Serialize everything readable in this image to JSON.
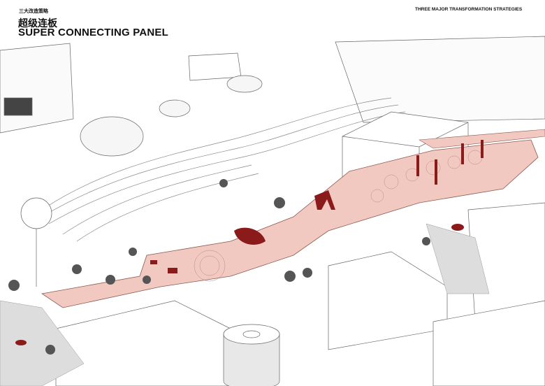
{
  "header": {
    "section_label_cn": "三大改造策略",
    "title_cn": "超级连板",
    "title_en": "SUPER CONNECTING PANEL",
    "right_label": "THREE MAJOR TRANSFORMATION STRATEGIES"
  },
  "colors": {
    "deck_fill": "#f2c9c0",
    "accent_red": "#8b1a1a",
    "line": "#555555",
    "ground_gravel": "#d8d8d8"
  }
}
